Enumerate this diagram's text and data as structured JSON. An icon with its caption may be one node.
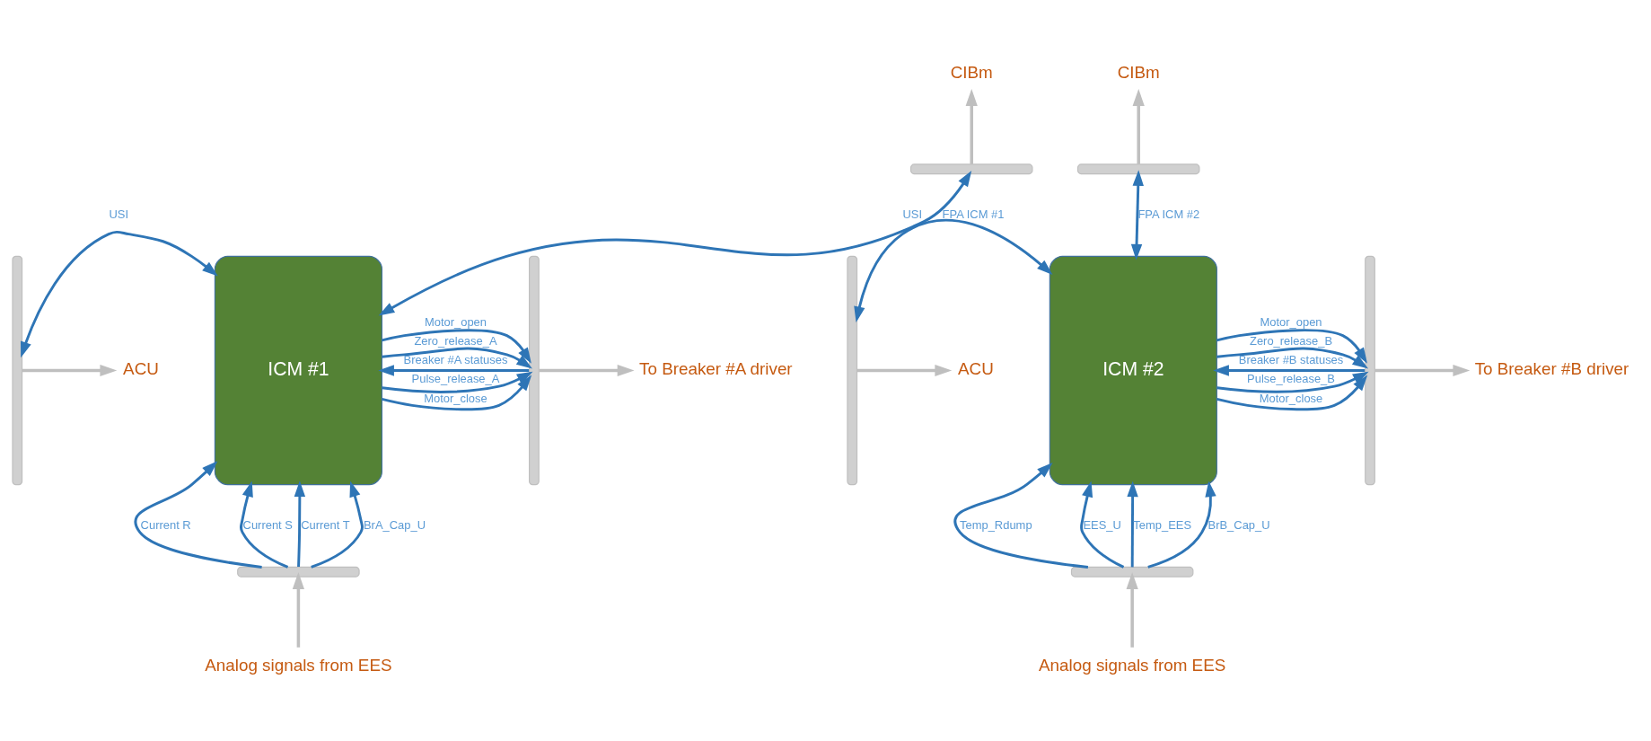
{
  "diagram": {
    "nodes": [
      {
        "text": [
          "ICM #1"
        ]
      },
      {
        "text": [
          "CIBm"
        ]
      },
      {
        "text": [],
        "shape": "bracket"
      },
      {
        "text": [],
        "shape": "bracket"
      },
      {
        "text": [
          "ACU"
        ]
      },
      {
        "text": [],
        "shape": "bracket"
      },
      {
        "text": [
          "To Breaker #A driver"
        ]
      },
      {
        "text": [],
        "shape": "bracket"
      },
      {
        "text": [
          "Analog signals from EES"
        ]
      },
      {
        "text": [
          "ICM #2"
        ]
      },
      {
        "text": [
          "CIBm"
        ]
      },
      {
        "text": [],
        "shape": "bracket"
      },
      {
        "text": [],
        "shape": "bracket"
      },
      {
        "text": [
          "ACU"
        ]
      },
      {
        "text": [],
        "shape": "bracket"
      },
      {
        "text": [
          "To Breaker #B driver"
        ]
      },
      {
        "text": [],
        "shape": "bracket"
      },
      {
        "text": [
          "Analog signals from EES"
        ]
      }
    ],
    "edges": [
      {
        "from": 2,
        "to": 1,
        "arrow": "to",
        "color": "#bfbfbf"
      },
      {
        "from": 0,
        "to": 2,
        "arrow": "both",
        "label": "FPA ICM #1"
      },
      {
        "from": 3,
        "to": 4,
        "arrow": "to",
        "color": "#bfbfbf"
      },
      {
        "from": 3,
        "to": 0,
        "arrow": "both",
        "label": "USI"
      },
      {
        "from": 0,
        "to": 5,
        "arrow": "to",
        "label": "Zero_release_A"
      },
      {
        "from": 0,
        "to": 5,
        "arrow": "to",
        "label": "Pulse_release_A"
      },
      {
        "from": 0,
        "to": 5,
        "arrow": "to",
        "label": "Motor_close"
      },
      {
        "from": 0,
        "to": 5,
        "arrow": "to",
        "label": "Motor_open"
      },
      {
        "from": 5,
        "to": 0,
        "arrow": "to",
        "label": "Breaker #A statuses"
      },
      {
        "from": 5,
        "to": 6,
        "arrow": "to",
        "color": "#bfbfbf"
      },
      {
        "from": 7,
        "to": 0,
        "arrow": "to",
        "label": "Current R"
      },
      {
        "from": 7,
        "to": 0,
        "arrow": "to",
        "label": "Current S"
      },
      {
        "from": 7,
        "to": 0,
        "arrow": "to",
        "label": "Current T"
      },
      {
        "from": 7,
        "to": 0,
        "arrow": "to",
        "label": "BrA_Cap_U"
      },
      {
        "from": 8,
        "to": 7,
        "arrow": "to",
        "color": "#bfbfbf"
      },
      {
        "from": 11,
        "to": 10,
        "arrow": "to",
        "color": "#bfbfbf"
      },
      {
        "from": 9,
        "to": 11,
        "arrow": "both",
        "label": "FPA ICM #2"
      },
      {
        "from": 12,
        "to": 13,
        "arrow": "to",
        "color": "#bfbfbf"
      },
      {
        "from": 12,
        "to": 9,
        "arrow": "both",
        "label": "USI"
      },
      {
        "from": 9,
        "to": 14,
        "arrow": "to",
        "label": "Zero_release_B"
      },
      {
        "from": 9,
        "to": 14,
        "arrow": "to",
        "label": "Pulse_release_B"
      },
      {
        "from": 9,
        "to": 14,
        "arrow": "to",
        "label": "Motor_close"
      },
      {
        "from": 9,
        "to": 14,
        "arrow": "to",
        "label": "Motor_open"
      },
      {
        "from": 14,
        "to": 9,
        "arrow": "to",
        "label": "Breaker #B statuses"
      },
      {
        "from": 14,
        "to": 15,
        "arrow": "to",
        "color": "#bfbfbf"
      },
      {
        "from": 16,
        "to": 9,
        "arrow": "to",
        "label": "Temp_Rdump"
      },
      {
        "from": 16,
        "to": 9,
        "arrow": "to",
        "label": "EES_U"
      },
      {
        "from": 16,
        "to": 9,
        "arrow": "to",
        "label": "Temp_EES"
      },
      {
        "from": 16,
        "to": 9,
        "arrow": "to",
        "label": "BrB_Cap_U"
      },
      {
        "from": 17,
        "to": 16,
        "arrow": "to",
        "color": "#bfbfbf"
      }
    ]
  }
}
